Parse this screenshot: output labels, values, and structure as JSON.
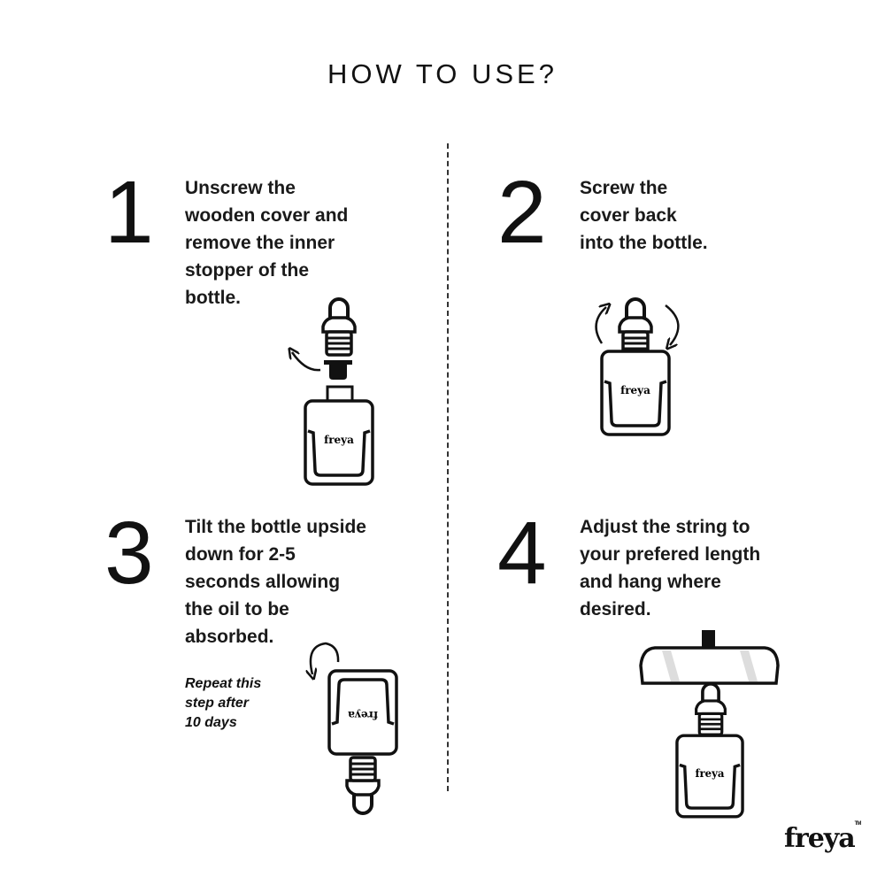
{
  "title": "HOW TO USE?",
  "steps": [
    {
      "number": "1",
      "text": [
        "Unscrew the",
        "wooden cover and",
        "remove the inner",
        "stopper of the",
        "bottle."
      ]
    },
    {
      "number": "2",
      "text": [
        "Screw the",
        "cover back",
        "into the bottle."
      ]
    },
    {
      "number": "3",
      "text": [
        "Tilt the bottle upside",
        "down for 2-5",
        "seconds allowing",
        "the oil to be",
        "absorbed."
      ],
      "note": [
        "Repeat this",
        "step after",
        "10 days"
      ]
    },
    {
      "number": "4",
      "text": [
        "Adjust the string to",
        "your prefered length",
        "and hang where",
        "desired."
      ]
    }
  ],
  "brand": {
    "name": "freya",
    "tm": "TM"
  }
}
